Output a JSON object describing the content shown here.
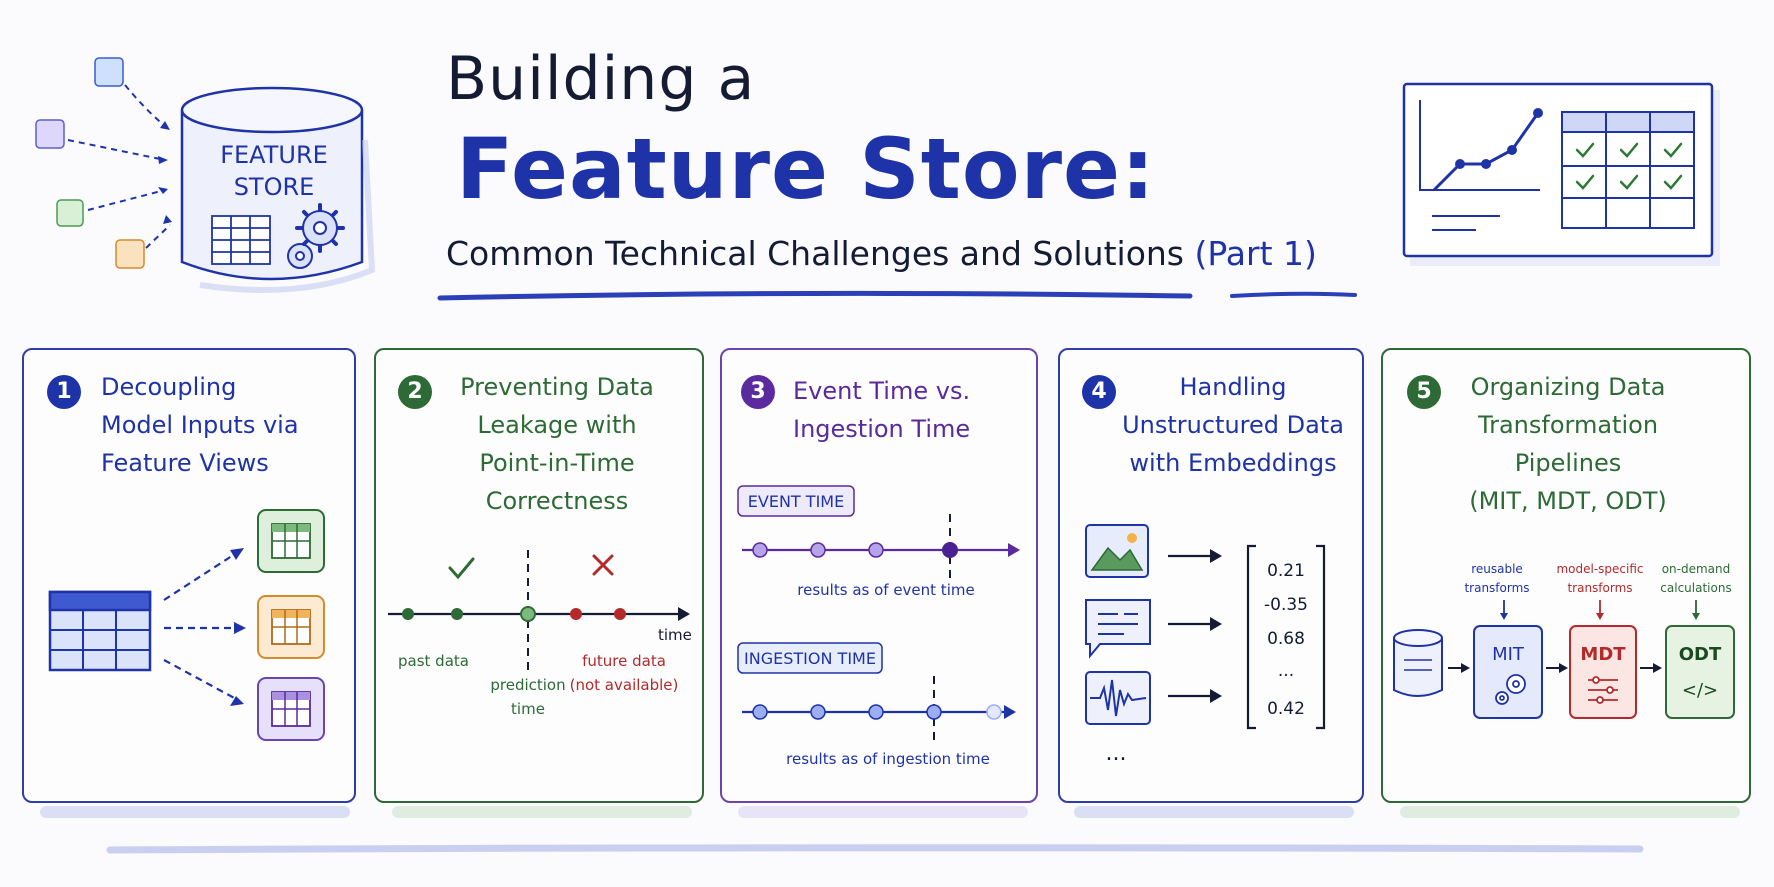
{
  "header": {
    "title_line1": "Building a",
    "title_line2": "Feature Store:",
    "subtitle": "Common Technical Challenges and Solutions",
    "subtitle_part": "(Part 1)",
    "store_label_line1": "FEATURE",
    "store_label_line2": "STORE"
  },
  "colors": {
    "blue": "#1f33a8",
    "green": "#2d6a35",
    "purple": "#5b2a9e",
    "red": "#b42a2a",
    "dark": "#141b33"
  },
  "panels": [
    {
      "number": "1",
      "title_lines": [
        "Decoupling",
        "Model Inputs via",
        "Feature Views"
      ]
    },
    {
      "number": "2",
      "title_lines": [
        "Preventing Data",
        "Leakage with",
        "Point-in-Time",
        "Correctness"
      ],
      "labels": {
        "past": "past data",
        "prediction_line1": "prediction",
        "prediction_line2": "time",
        "future_line1": "future data",
        "future_line2": "(not available)",
        "time": "time"
      }
    },
    {
      "number": "3",
      "title_lines": [
        "Event Time vs.",
        "Ingestion Time"
      ],
      "labels": {
        "event_tag": "EVENT TIME",
        "event_caption": "results as of event time",
        "ingest_tag": "INGESTION TIME",
        "ingest_caption": "results as of ingestion time"
      }
    },
    {
      "number": "4",
      "title_lines": [
        "Handling",
        "Unstructured Data",
        "with Embeddings"
      ],
      "vector": [
        "0.21",
        "-0.35",
        "0.68",
        "...",
        "0.42"
      ],
      "more": "..."
    },
    {
      "number": "5",
      "title_lines": [
        "Organizing Data",
        "Transformation",
        "Pipelines",
        "(MIT, MDT, ODT)"
      ],
      "stages": [
        {
          "name": "MIT",
          "caption_line1": "reusable",
          "caption_line2": "transforms"
        },
        {
          "name": "MDT",
          "caption_line1": "model-specific",
          "caption_line2": "transforms"
        },
        {
          "name": "ODT",
          "caption_line1": "on-demand",
          "caption_line2": "calculations"
        }
      ],
      "odt_symbol": "</>"
    }
  ]
}
